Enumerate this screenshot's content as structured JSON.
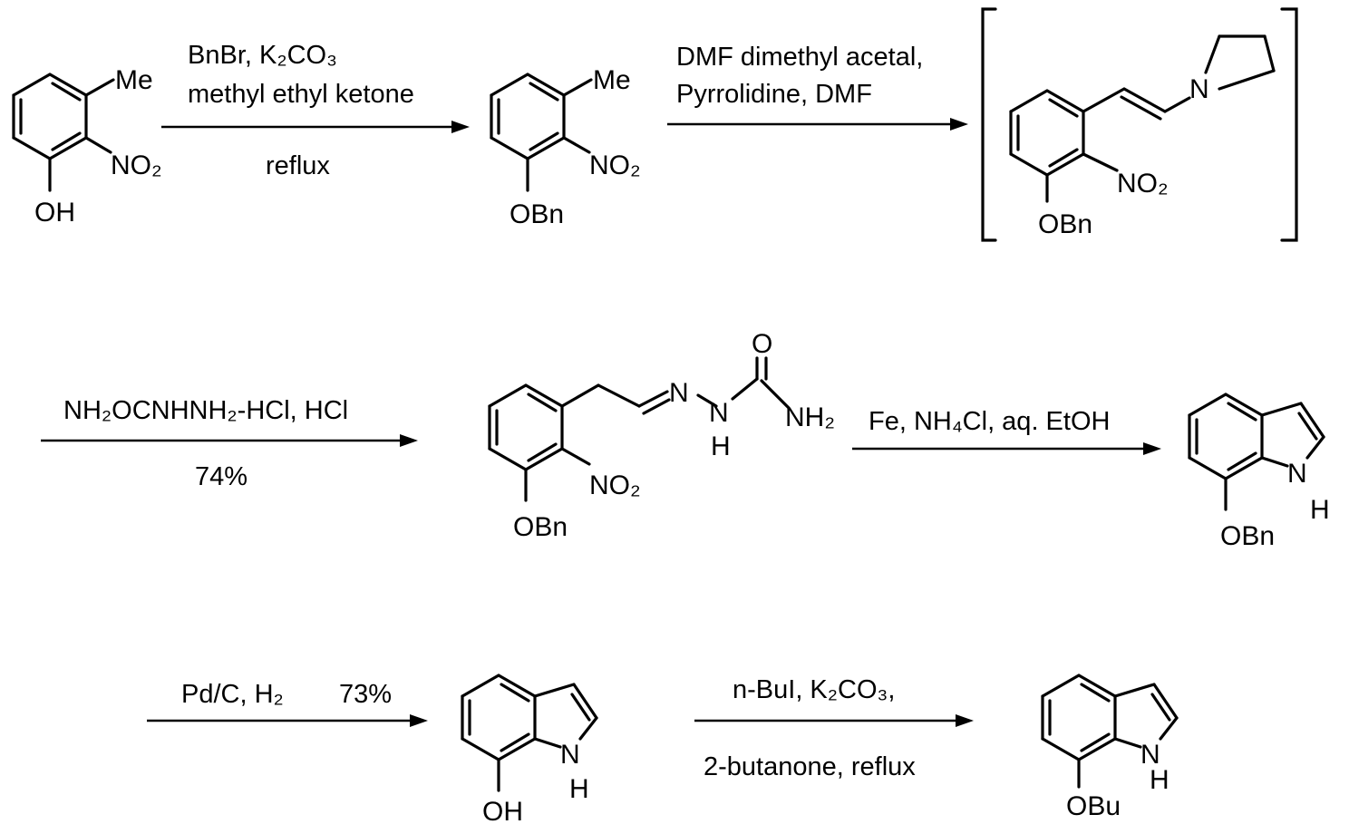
{
  "step1": {
    "reagents_line1": "BnBr, K₂CO₃",
    "reagents_line2": "methyl ethyl ketone",
    "conditions": "reflux"
  },
  "step2": {
    "reagents_line1": "DMF dimethyl acetal,",
    "reagents_line2": "Pyrrolidine, DMF"
  },
  "step3": {
    "reagents": "NH₂OCNHNH₂-HCl, HCl",
    "yield": "74%"
  },
  "step4": {
    "reagents": "Fe, NH₄Cl, aq. EtOH"
  },
  "step5": {
    "reagents": "Pd/C, H₂",
    "yield": "73%"
  },
  "step6": {
    "reagents_line1": "n-BuI, K₂CO₃,",
    "reagents_line2": "2-butanone, reflux"
  },
  "labels": {
    "me": "Me",
    "no2": "NO₂",
    "oh": "OH",
    "obn": "OBn",
    "obu": "OBu",
    "n": "N",
    "nh": "N",
    "h": "H",
    "o": "O",
    "nh2": "NH₂"
  }
}
